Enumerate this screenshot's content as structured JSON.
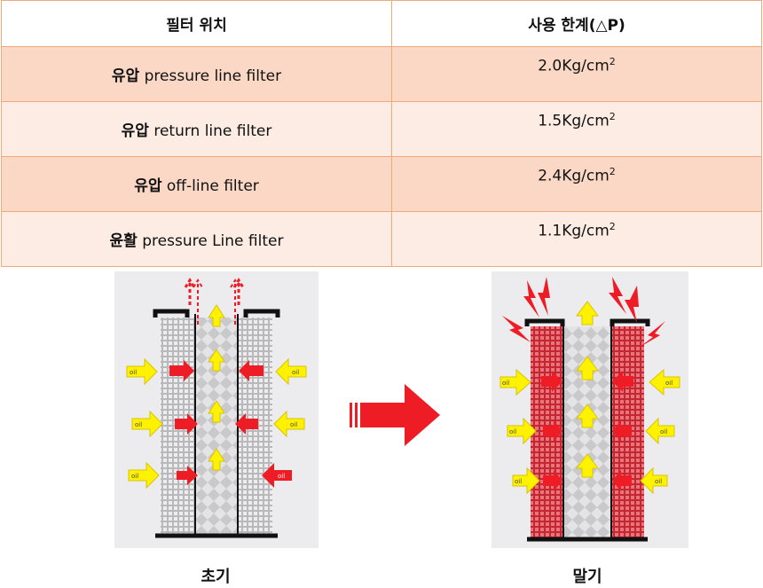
{
  "table": {
    "headers": {
      "location": "필터 위치",
      "limit": "사용 한계(△P)"
    },
    "rows": [
      {
        "kind": "유압",
        "name": "pressure line filter",
        "value": "2.0Kg/cm",
        "exp": "2"
      },
      {
        "kind": "유압",
        "name": "return line filter",
        "value": "1.5Kg/cm",
        "exp": "2"
      },
      {
        "kind": "유압",
        "name": "off-line filter",
        "value": "2.4Kg/cm",
        "exp": "2"
      },
      {
        "kind": "윤활",
        "name": "pressure Line filter",
        "value": "1.1Kg/cm",
        "exp": "2"
      }
    ]
  },
  "figures": {
    "initial": {
      "caption": "초기",
      "oil_label": "oil"
    },
    "final": {
      "caption": "말기",
      "oil_label": "oil"
    }
  },
  "colors": {
    "border": "#f2a978",
    "row_dark": "#fbd8c6",
    "row_light": "#fdece3",
    "arrow_red": "#ee1c25",
    "arrow_yellow": "#fff200",
    "clog_red": "#d8323c"
  }
}
